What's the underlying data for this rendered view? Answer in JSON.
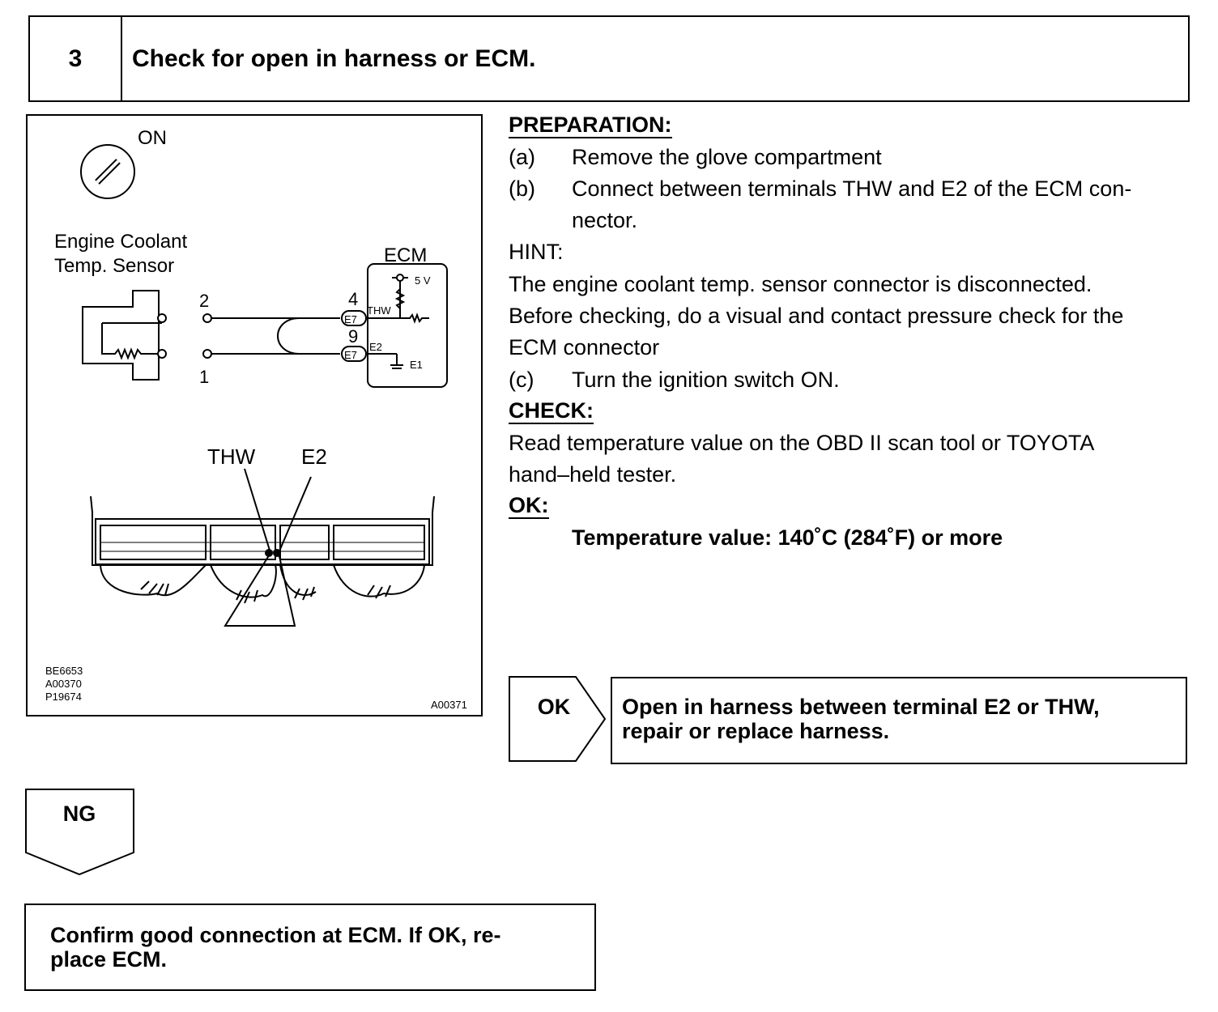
{
  "header": {
    "step_number": "3",
    "title": "Check for open in harness or ECM."
  },
  "figure": {
    "switch_label": "ON",
    "sensor_label_line1": "Engine Coolant",
    "sensor_label_line2": "Temp. Sensor",
    "ecm_label": "ECM",
    "pin_2": "2",
    "pin_1": "1",
    "pin_4": "4",
    "pin_9": "9",
    "conn_e7_a": "E7",
    "conn_e7_b": "E7",
    "thw_small": "THW",
    "e2_small": "E2",
    "e1_small": "E1",
    "v5": "5 V",
    "thw_big": "THW",
    "e2_big": "E2",
    "code_1": "BE6653",
    "code_2": "A00370",
    "code_3": "P19674",
    "code_4": "A00371"
  },
  "preparation": {
    "heading": "PREPARATION:",
    "a_label": "(a)",
    "a_text": "Remove the glove compartment",
    "b_label": "(b)",
    "b_text_1": "Connect between terminals THW and E2 of the ECM con-",
    "b_text_2": "nector."
  },
  "hint": {
    "heading": "HINT:",
    "line_1": "The engine coolant temp. sensor connector is disconnected.",
    "line_2": "Before checking, do a visual and contact pressure check for the",
    "line_3": "ECM connector",
    "c_label": "(c)",
    "c_text": "Turn the ignition switch ON."
  },
  "check": {
    "heading": "CHECK:",
    "line_1": "Read temperature value on the OBD II scan tool or TOYOTA",
    "line_2": "hand–held tester."
  },
  "ok": {
    "heading": "OK:",
    "value": "Temperature value: 140˚C (284˚F) or more"
  },
  "ok_result": {
    "label": "OK",
    "text_1": "Open in harness between terminal E2 or THW,",
    "text_2": "repair or replace harness."
  },
  "ng_result": {
    "label": "NG",
    "text_1": "Confirm good connection at ECM. If OK, re-",
    "text_2": "place ECM."
  }
}
